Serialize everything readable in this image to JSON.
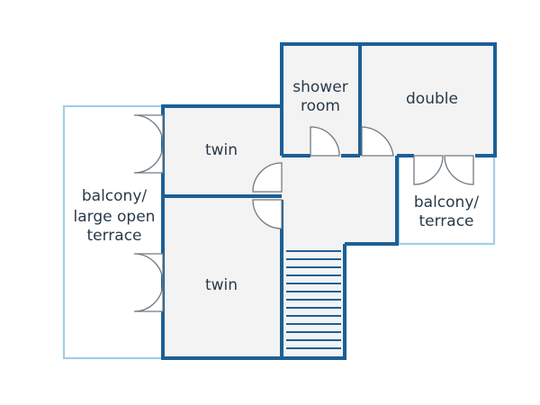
{
  "floorplan": {
    "rooms": {
      "twin_upper": "twin",
      "twin_lower": "twin",
      "shower_line1": "shower",
      "shower_line2": "room",
      "double": "double",
      "balcony_left_line1": "balcony/",
      "balcony_left_line2": "large open",
      "balcony_left_line3": "terrace",
      "balcony_right_line1": "balcony/",
      "balcony_right_line2": "terrace"
    },
    "colors": {
      "wall": "#1d5f95",
      "terrace_outline": "#9fcfe6",
      "floor": "#f3f3f3",
      "door": "#6f7a84",
      "text": "#2a3a4a"
    }
  }
}
